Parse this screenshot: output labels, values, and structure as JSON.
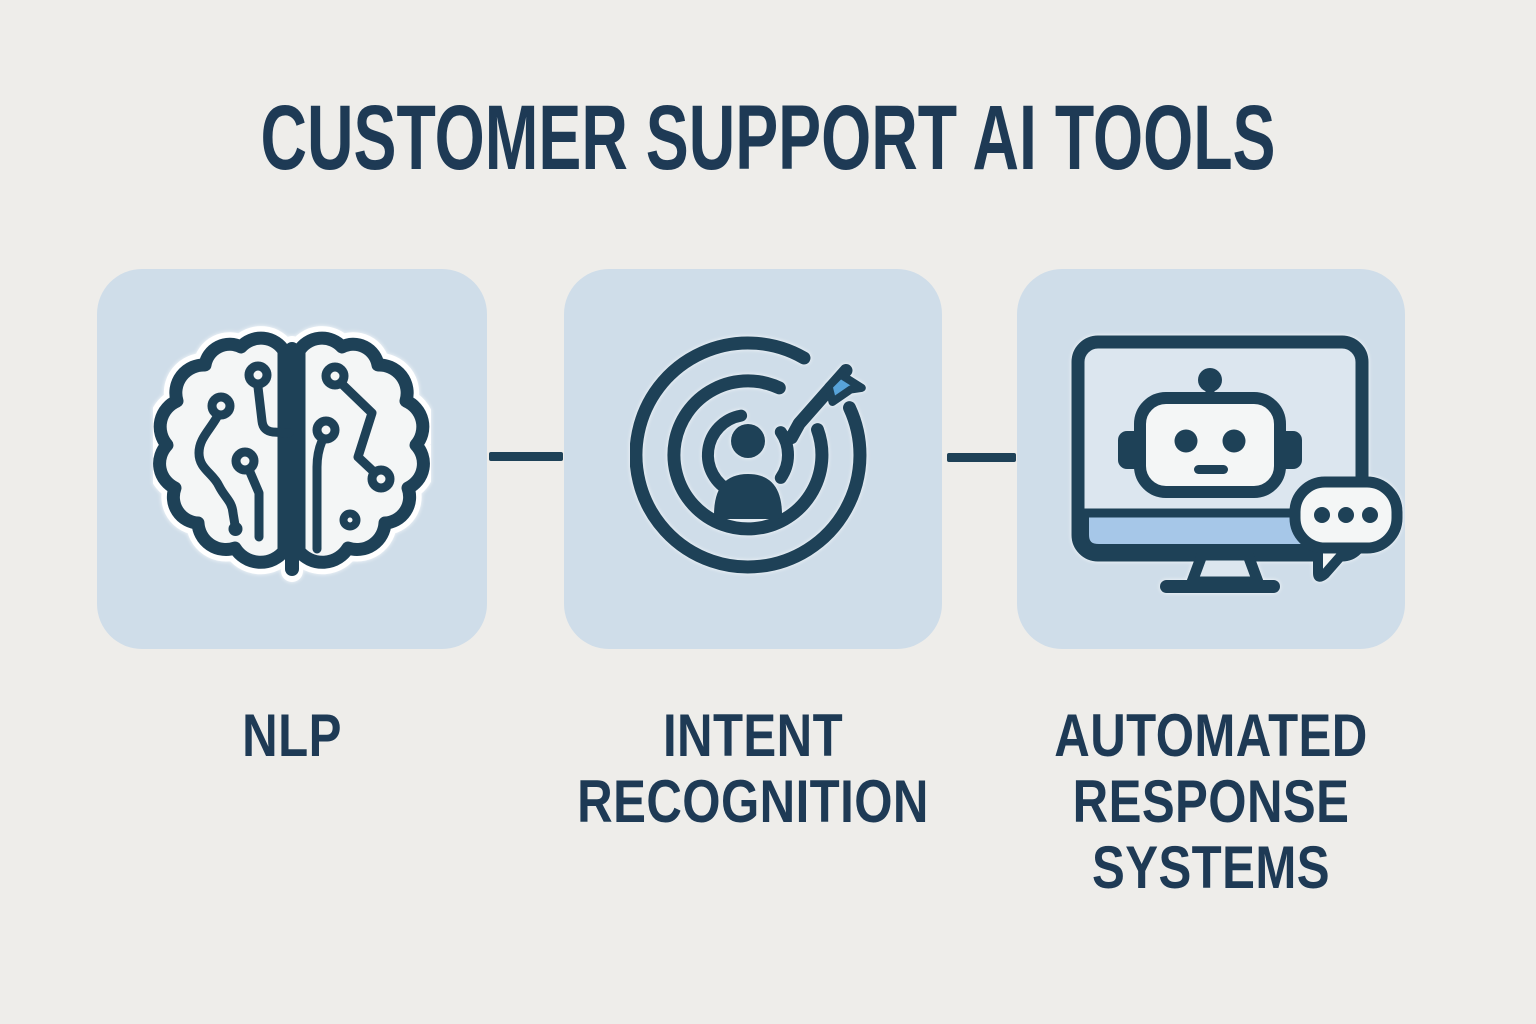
{
  "title": "CUSTOMER SUPPORT AI TOOLS",
  "cards": [
    {
      "label": "NLP",
      "icon": "brain-circuit-icon"
    },
    {
      "label": "INTENT RECOGNITION",
      "icon": "target-user-arrow-icon"
    },
    {
      "label": "AUTOMATED RESPONSE SYSTEMS",
      "icon": "chatbot-monitor-icon"
    }
  ],
  "colors": {
    "background": "#eeedea",
    "card_background": "#cfdde9",
    "navy": "#1e4157",
    "text_navy": "#1e3a55",
    "arrow_blue": "#58a3d9",
    "screen_chin_blue": "#a6c7e8",
    "screen_fill": "#dce6ef",
    "icon_white": "#f4f6f6"
  }
}
